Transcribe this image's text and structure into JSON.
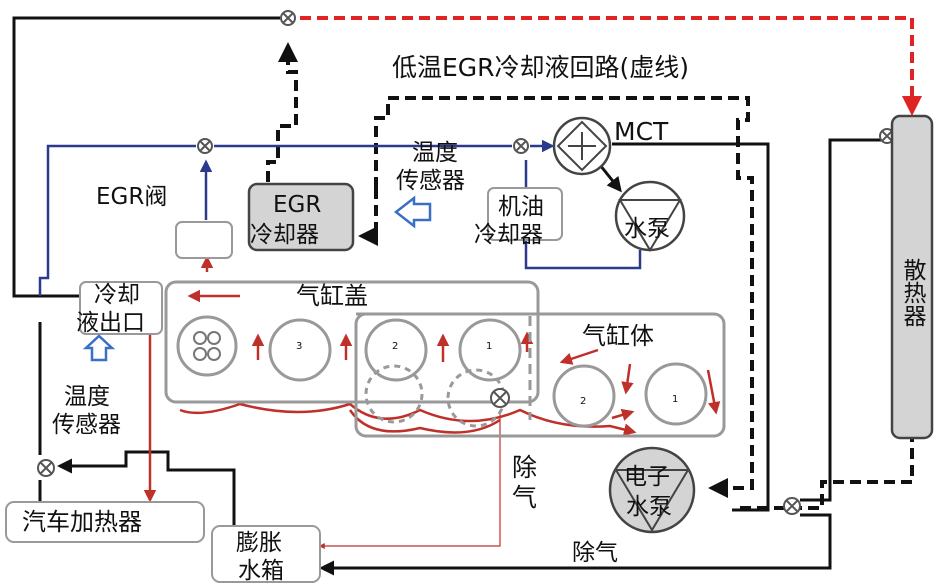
{
  "title": "低温EGR冷却液回路(虚线)",
  "labels": {
    "mct": "MCT",
    "egr_valve": "EGR阀",
    "egr_cooler_1": "EGR",
    "egr_cooler_2": "冷却器",
    "temp_sensor_top_1": "温度",
    "temp_sensor_top_2": "传感器",
    "oil_cooler_1": "机油",
    "oil_cooler_2": "冷却器",
    "water_pump": "水泵",
    "radiator": "散热器",
    "coolant_outlet_1": "冷却",
    "coolant_outlet_2": "液出口",
    "cylinder_head": "气缸盖",
    "cylinder_block": "气缸体",
    "temp_sensor_left_1": "温度",
    "temp_sensor_left_2": "传感器",
    "deaeration_vertical_1": "除",
    "deaeration_vertical_2": "气",
    "electric_pump_1": "电子",
    "electric_pump_2": "水泵",
    "heater": "汽车加热器",
    "expansion_tank_1": "膨胀",
    "expansion_tank_2": "水箱",
    "deaeration_bottom": "除气",
    "head_cyl_3": "3",
    "head_cyl_2": "2",
    "head_cyl_1": "1",
    "block_cyl_2": "2",
    "block_cyl_1": "1"
  },
  "colors": {
    "hot_flow": "#c0302a",
    "cold_flow": "#2a3a8c",
    "low_temp_egr_loop": "#111111",
    "egr_to_radiator_loop": "#e02424",
    "component_fill": "#d4d4d4",
    "sensor_arrow": "#3a6fc4"
  }
}
